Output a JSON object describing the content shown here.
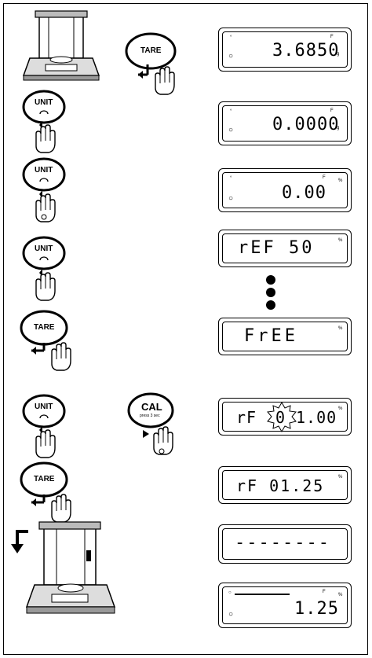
{
  "buttons": {
    "tare": "TARE",
    "unit": "UNIT",
    "cal": "CAL",
    "cal_sub": "press 3 sec"
  },
  "displays": [
    {
      "main": "3.6850",
      "unit": "g",
      "marker": "F"
    },
    {
      "main": "0.0000",
      "unit": "g",
      "marker": "F"
    },
    {
      "main": "0.00",
      "unit": "%",
      "marker": "F"
    },
    {
      "main": "rEF 50",
      "unit": "%"
    },
    {
      "main": "FrEE",
      "unit": "%"
    },
    {
      "main_left": "rF",
      "main_flash": "0",
      "main_right": "1.00",
      "unit": "%"
    },
    {
      "main": "rF 01.25",
      "unit": "%"
    },
    {
      "main": "--------"
    },
    {
      "main": "1.25",
      "unit": "%",
      "marker": "F"
    }
  ]
}
